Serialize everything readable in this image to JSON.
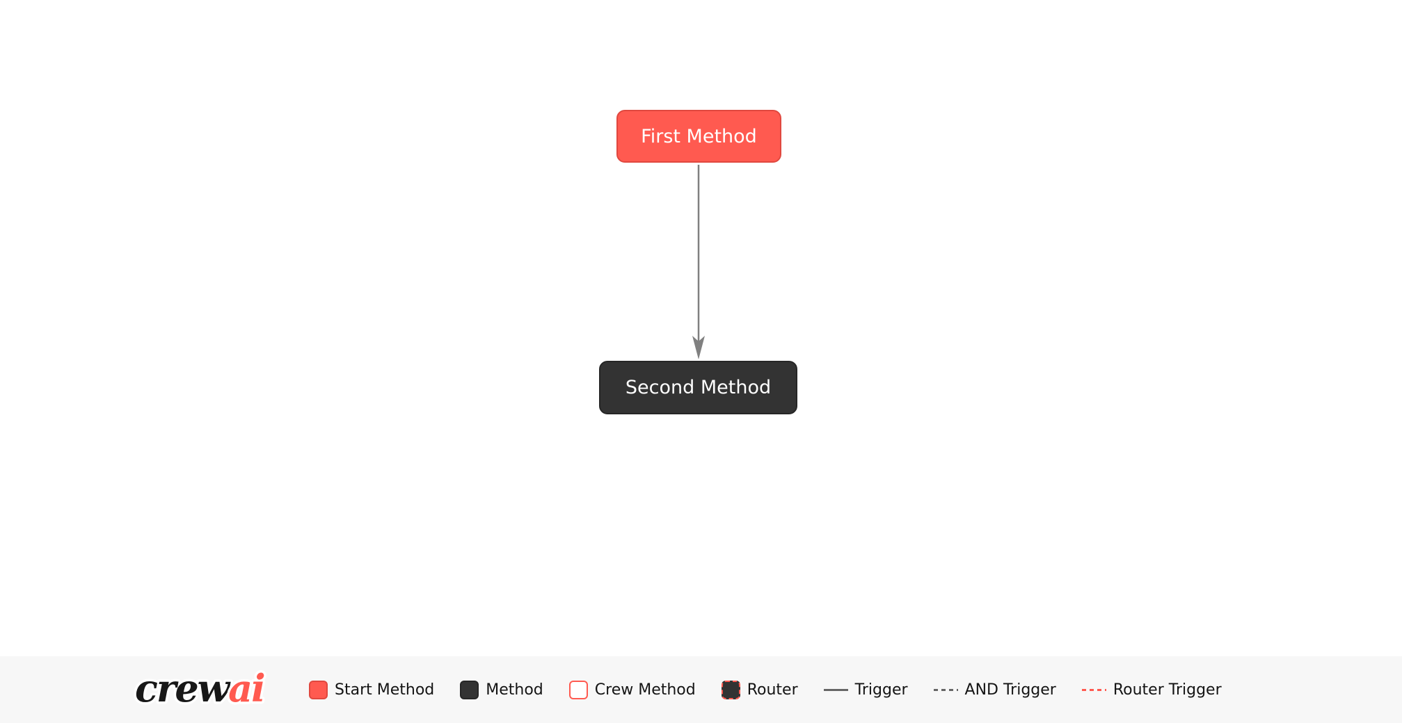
{
  "canvas": {
    "background": "#ffffff"
  },
  "diagram": {
    "nodes": [
      {
        "id": "first_method",
        "label": "First Method",
        "type": "start-method",
        "fill": "#FF5A50",
        "border": "#e0483f",
        "text_color": "#ffffff"
      },
      {
        "id": "second_method",
        "label": "Second Method",
        "type": "method",
        "fill": "#333333",
        "border": "#262626",
        "text_color": "#ffffff"
      }
    ],
    "edges": [
      {
        "from": "first_method",
        "to": "second_method",
        "type": "trigger",
        "color": "#808080",
        "arrow": "down"
      }
    ]
  },
  "legend": {
    "bar_background": "#f7f7f7",
    "logo": {
      "part1": "crew",
      "part2": "ai",
      "part1_color": "#181818",
      "part2_color": "#FF5A50"
    },
    "items": [
      {
        "label": "Start Method",
        "swatch": "start-method-box",
        "color": "#FF5A50"
      },
      {
        "label": "Method",
        "swatch": "method-box",
        "color": "#333333"
      },
      {
        "label": "Crew Method",
        "swatch": "crew-method-box",
        "color": "#FF5A50"
      },
      {
        "label": "Router",
        "swatch": "router-box",
        "color": "#FF5A50"
      },
      {
        "label": "Trigger",
        "swatch": "solid-line",
        "color": "#666666"
      },
      {
        "label": "AND Trigger",
        "swatch": "dashed-line",
        "color": "#666666"
      },
      {
        "label": "Router Trigger",
        "swatch": "dashed-red-line",
        "color": "#FF5A50"
      }
    ]
  }
}
